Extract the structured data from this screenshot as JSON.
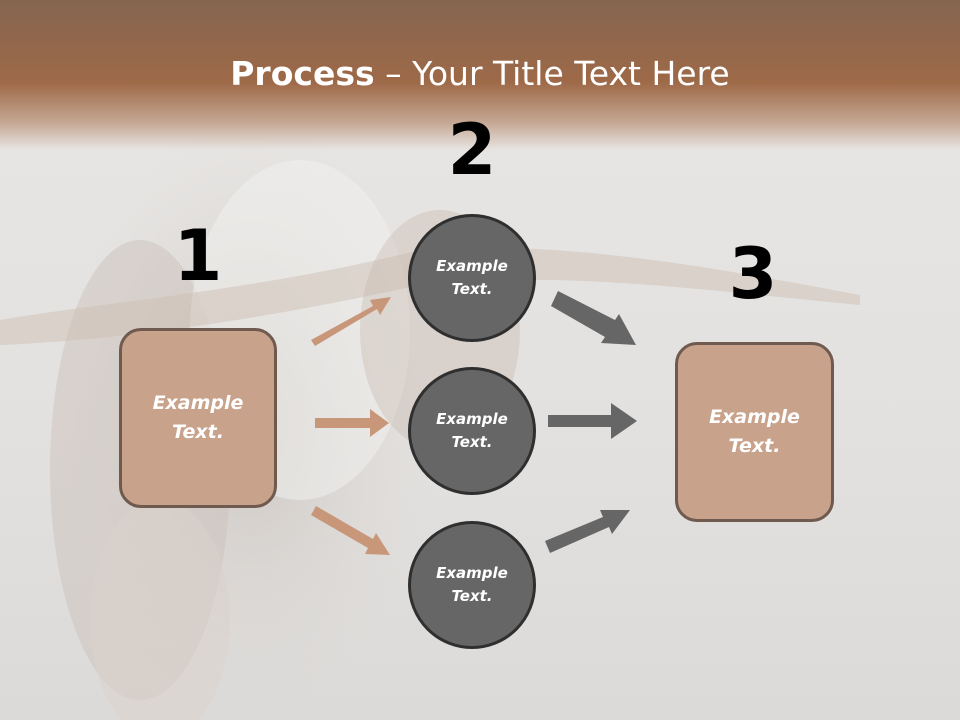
{
  "title": {
    "bold": "Process",
    "rest": " – Your Title Text Here"
  },
  "steps": {
    "one": "1",
    "two": "2",
    "three": "3"
  },
  "box_left": {
    "line1": "Example",
    "line2": "Text."
  },
  "box_right": {
    "line1": "Example",
    "line2": "Text."
  },
  "circles": [
    {
      "line1": "Example",
      "line2": "Text."
    },
    {
      "line1": "Example",
      "line2": "Text."
    },
    {
      "line1": "Example",
      "line2": "Text."
    }
  ],
  "colors": {
    "band": "#98603c",
    "box": "#c8a28a",
    "circle": "#666666",
    "arrow_tan": "#c8977a",
    "arrow_gray": "#666666"
  }
}
